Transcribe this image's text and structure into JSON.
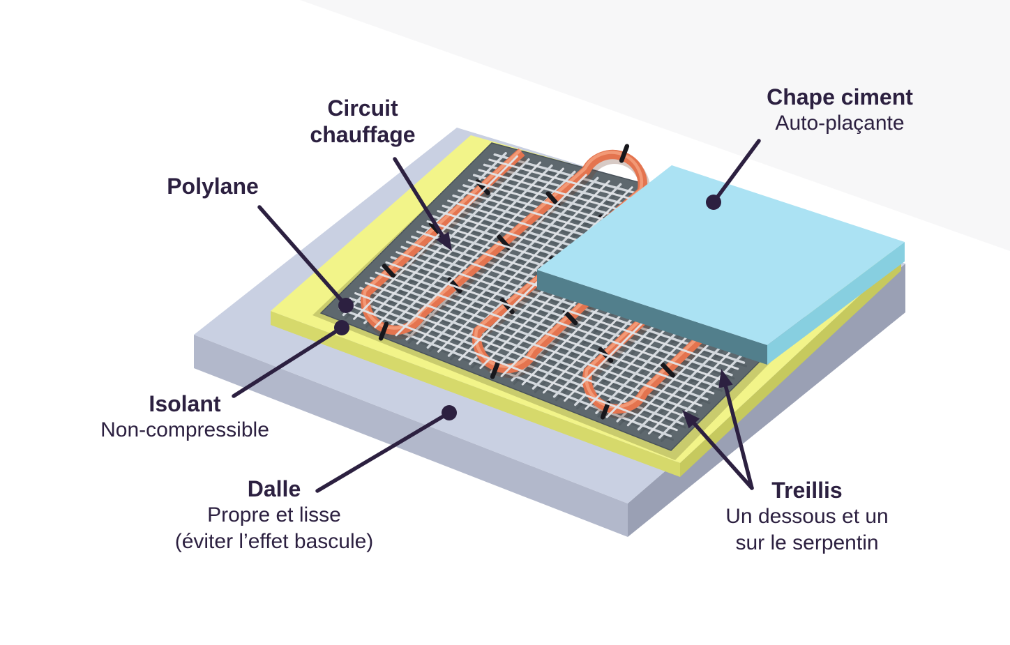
{
  "labels": {
    "circuit_chauffage": {
      "line1": "Circuit",
      "line2": "chauffage"
    },
    "polylane": {
      "line1": "Polylane"
    },
    "chape_ciment": {
      "line1": "Chape ciment",
      "line2": "Auto-plaçante"
    },
    "isolant": {
      "line1": "Isolant",
      "line2": "Non-compressible"
    },
    "dalle": {
      "line1": "Dalle",
      "line2": "Propre et lisse",
      "line3": "(éviter l’effet bascule)"
    },
    "treillis": {
      "line1": "Treillis",
      "line2": "Un dessous et un",
      "line3": "sur le serpentin"
    }
  },
  "colors": {
    "label-text": "#2c2040",
    "leader": "#2c2040",
    "background-haze": "#f2f2f4",
    "dalle-top": "#c9d0e2",
    "dalle-side-left": "#b2b8cb",
    "dalle-side-right": "#9aa0b4",
    "isolant-top": "#f2f489",
    "isolant-side-left": "#d6d96b",
    "isolant-side-right": "#c6c95e",
    "polylane-top": "#5e686e",
    "polylane-shadow": "#6a6e2e",
    "mesh-wire": "#d3d8dd",
    "mesh-wire-top": "#e2e5e9",
    "mesh-shadow": "#31373d",
    "tube": "#e4744f",
    "tube-highlight": "#f4a07c",
    "tube-shadow": "#6e4030",
    "clip": "#17171c",
    "chape-top": "#abe2f3",
    "chape-side-dark": "#527f8c",
    "chape-side-light": "#87cfe0"
  }
}
